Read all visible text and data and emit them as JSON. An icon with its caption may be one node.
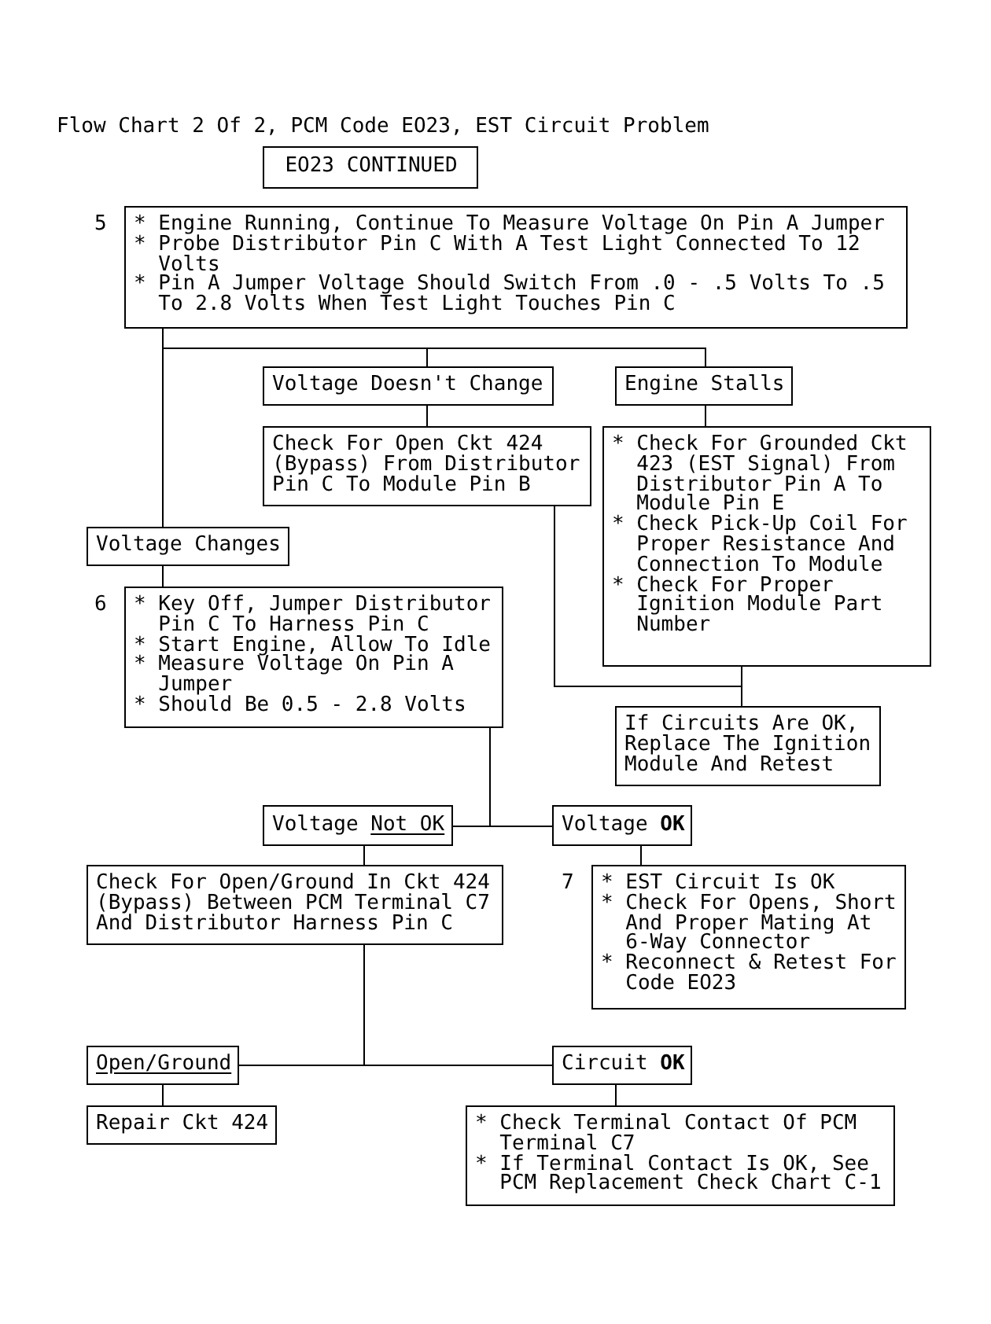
{
  "diagram": {
    "title": "Flow Chart 2 Of 2, PCM Code EO23, EST Circuit Problem",
    "nodes": [
      {
        "text": [
          "EO23 CONTINUED"
        ]
      },
      {
        "text": [
          "* Engine Running, Continue To Measure Voltage On Pin A Jumper",
          "* Probe Distributor Pin C With A Test Light Connected To 12 Volts",
          "* Pin A Jumper Voltage Should Switch From .0 - .5 Volts To .5 To 2.8 Volts When Test Light Touches Pin C"
        ],
        "beside": [
          "5"
        ]
      },
      {
        "text": [
          "Voltage Doesn't Change"
        ]
      },
      {
        "text": [
          "Engine Stalls"
        ]
      },
      {
        "text": [
          "Check For Open Ckt 424 (Bypass) From Distributor Pin C To Module Pin B"
        ]
      },
      {
        "text": [
          "* Check For Grounded Ckt 423 (EST Signal) From Distributor Pin A To Module Pin E",
          "* Check Pick-Up Coil For Proper Resistance And Connection To Module",
          "* Check For Proper Ignition Module Part Number"
        ]
      },
      {
        "text": [
          "Voltage Changes"
        ]
      },
      {
        "text": [
          "* Key Off, Jumper Distributor Pin C To Harness Pin C",
          "* Start Engine, Allow To Idle",
          "* Measure Voltage On Pin A Jumper",
          "* Should Be 0.5 - 2.8 Volts"
        ],
        "beside": [
          "6"
        ]
      },
      {
        "text": [
          "If Circuits Are OK, Replace The Ignition Module And Retest"
        ]
      },
      {
        "text": [
          "Voltage Not OK"
        ]
      },
      {
        "text": [
          "Voltage **OK**"
        ]
      },
      {
        "text": [
          "Check For Open/Ground In Ckt 424 (Bypass) Between PCM Terminal C7 And Distributor Harness Pin C"
        ]
      },
      {
        "text": [
          "* EST Circuit Is OK",
          "* Check For Opens, Short And Proper Mating At 6-Way Connector",
          "* Reconnect & Retest For Code EO23"
        ],
        "beside": [
          "7"
        ]
      },
      {
        "text": [
          "Open/Ground"
        ]
      },
      {
        "text": [
          "Circuit **OK**"
        ]
      },
      {
        "text": [
          "Repair Ckt 424"
        ]
      },
      {
        "text": [
          "* Check Terminal Contact Of PCM Terminal C7",
          "* If Terminal Contact Is OK, See PCM Replacement Check Chart C-1"
        ]
      }
    ],
    "edges": [
      {
        "from": 1,
        "to": 6,
        "arrow": "none"
      },
      {
        "from": 1,
        "to": 2,
        "arrow": "none"
      },
      {
        "from": 1,
        "to": 3,
        "arrow": "none"
      },
      {
        "from": 2,
        "to": 4,
        "arrow": "none"
      },
      {
        "from": 3,
        "to": 5,
        "arrow": "none"
      },
      {
        "from": 6,
        "to": 7,
        "arrow": "none"
      },
      {
        "from": 4,
        "to": 8,
        "arrow": "none"
      },
      {
        "from": 5,
        "to": 8,
        "arrow": "none"
      },
      {
        "from": 7,
        "to": 9,
        "arrow": "none"
      },
      {
        "from": 7,
        "to": 10,
        "arrow": "none"
      },
      {
        "from": 9,
        "to": 11,
        "arrow": "none"
      },
      {
        "from": 10,
        "to": 12,
        "arrow": "none"
      },
      {
        "from": 11,
        "to": 13,
        "arrow": "none"
      },
      {
        "from": 11,
        "to": 14,
        "arrow": "none"
      },
      {
        "from": 13,
        "to": 15,
        "arrow": "none"
      },
      {
        "from": 14,
        "to": 16,
        "arrow": "none"
      }
    ]
  }
}
